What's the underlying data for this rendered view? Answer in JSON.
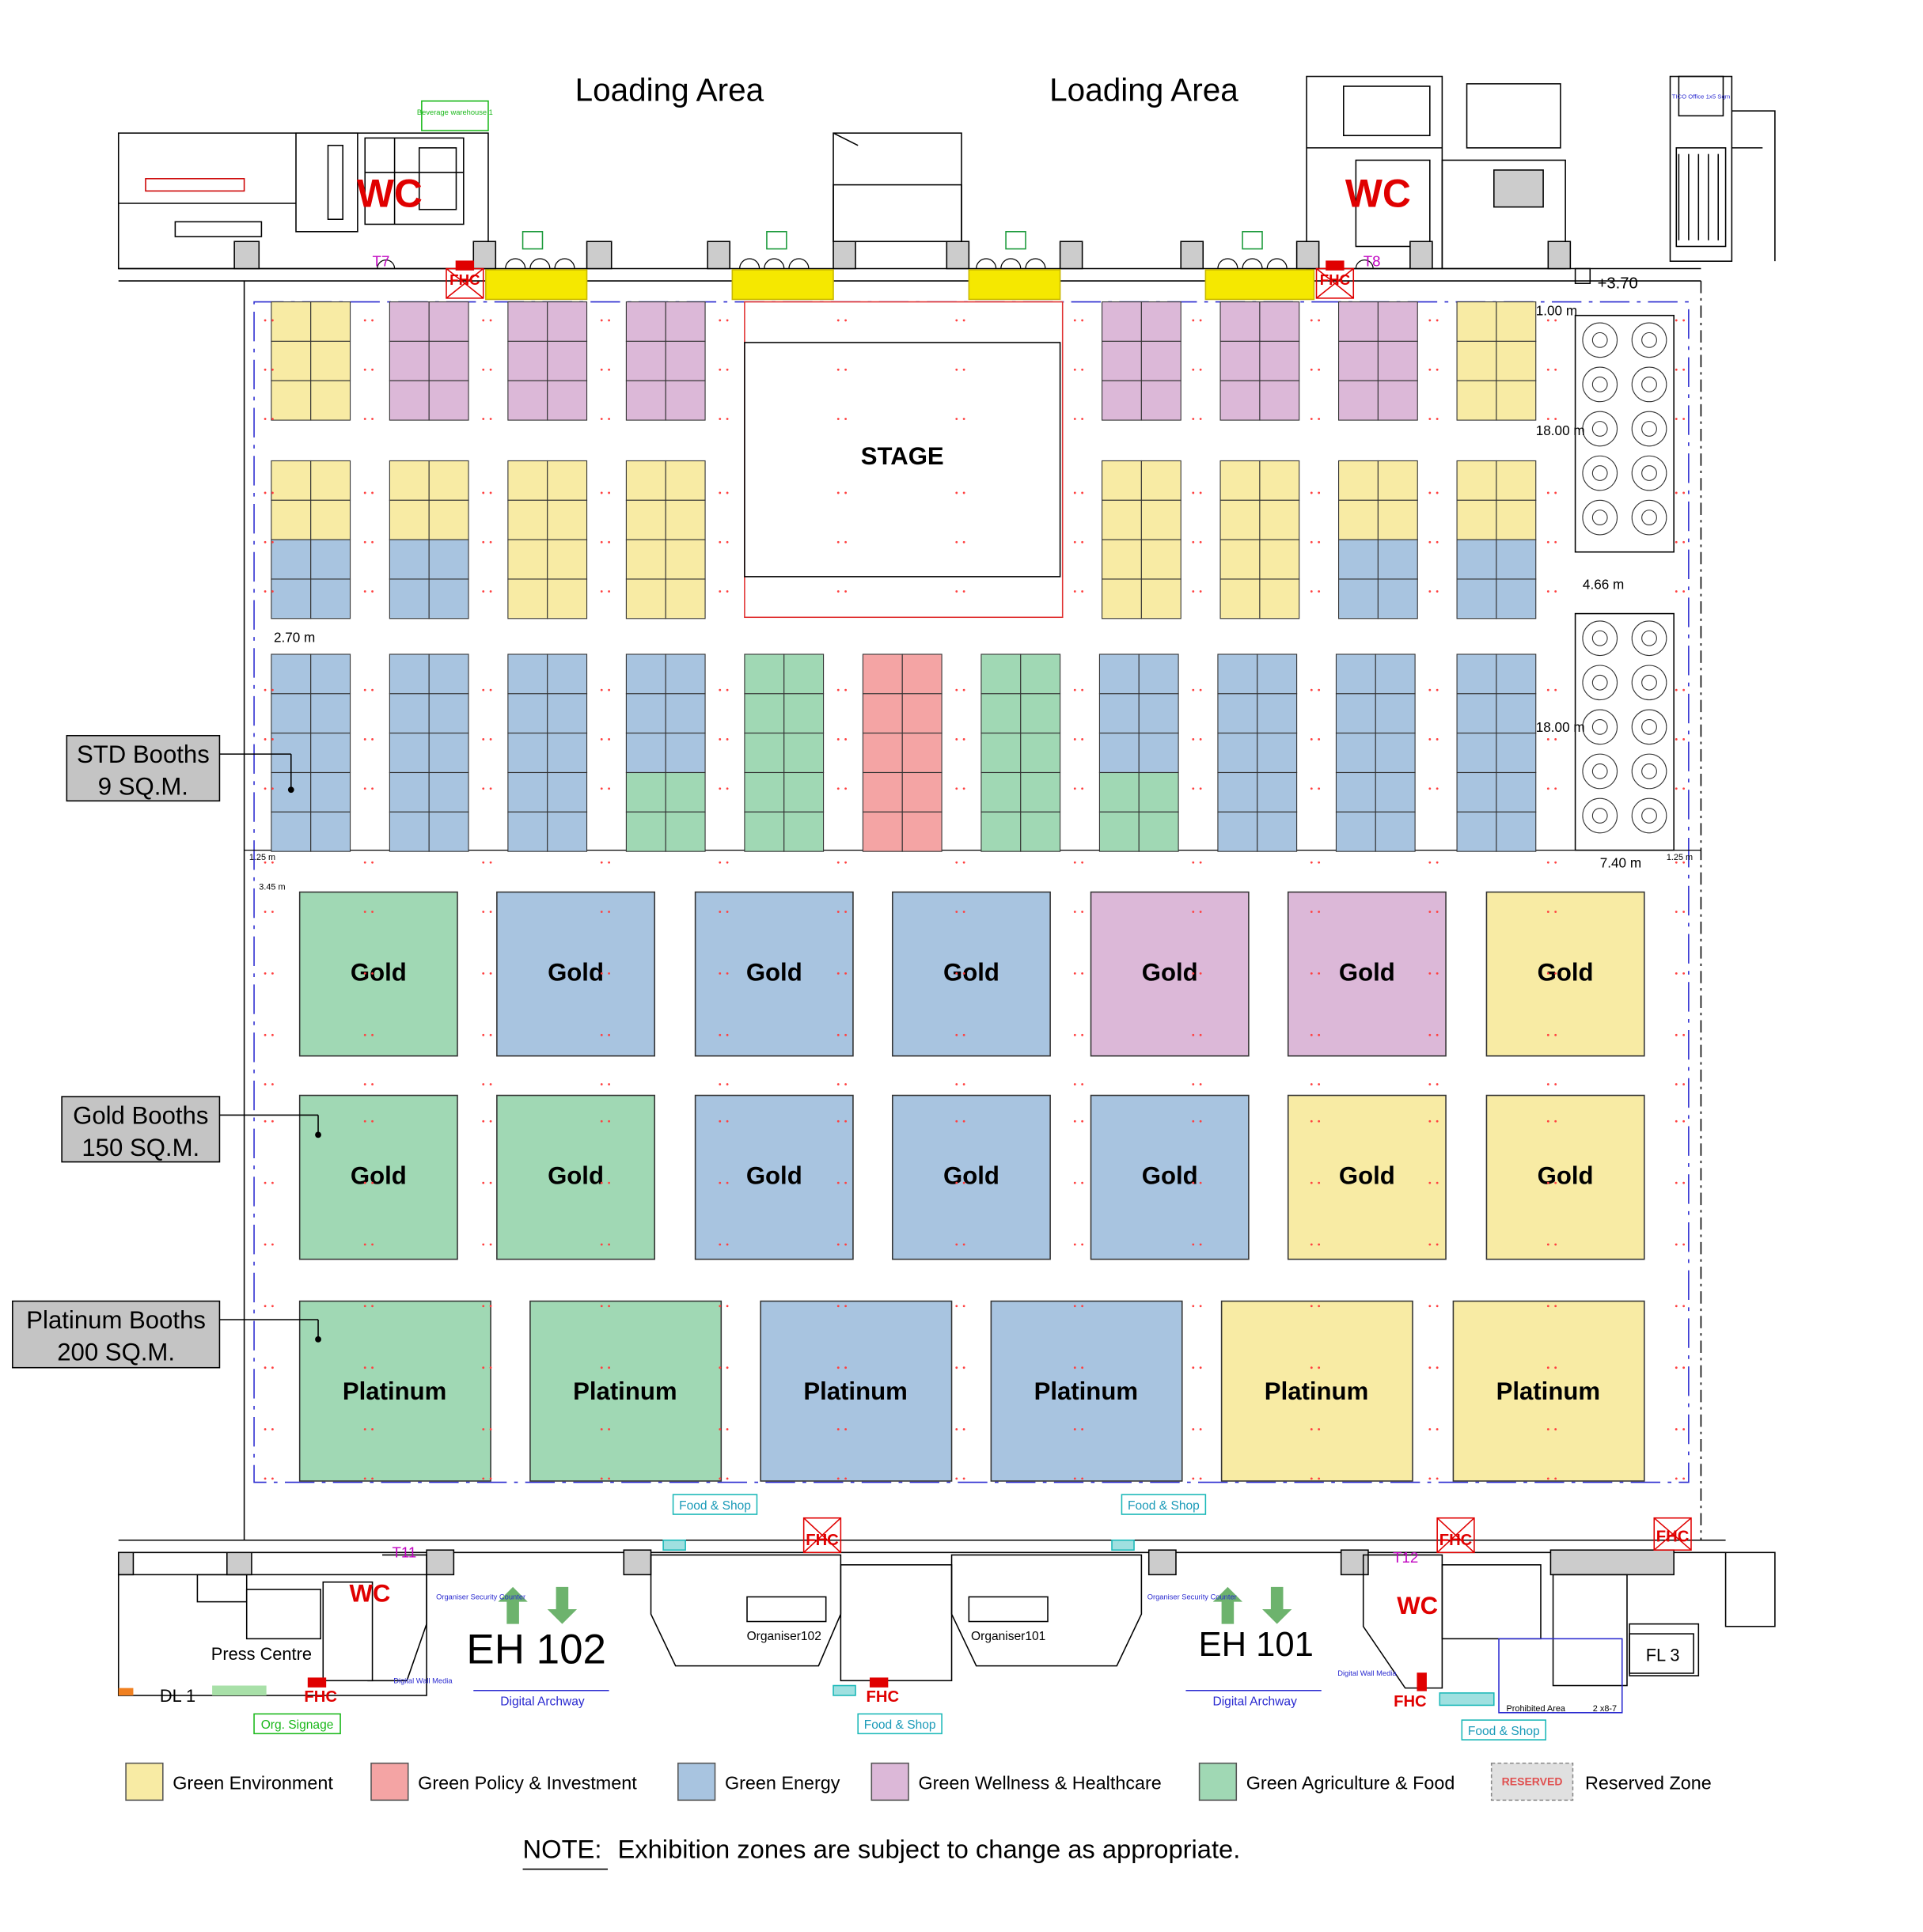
{
  "loading_areas": [
    "Loading Area",
    "Loading Area"
  ],
  "stage_label": "STAGE",
  "wc_label": "WC",
  "fhc_label": "FHC",
  "elevation": "+3.70",
  "gates": {
    "t7": "T7",
    "t8": "T8",
    "t11": "T11",
    "t12": "T12"
  },
  "beverage": "Beverage warehouse 1",
  "ticket_office": "TICO Office 1x5 Sqm",
  "dimensions": {
    "d1": "1.00 m",
    "d2": "18.00 m",
    "d3": "4.66 m",
    "d4": "18.00 m",
    "d5": "7.40 m",
    "d6": "2.70 m",
    "d7": "1.25 m",
    "d8": "3.45 m",
    "d9": "1.25 m"
  },
  "callouts": {
    "std": [
      "STD Booths",
      "9 SQ.M."
    ],
    "gold": [
      "Gold Booths",
      "150 SQ.M."
    ],
    "platinum": [
      "Platinum Booths",
      "200 SQ.M."
    ]
  },
  "booth_colors": {
    "env": "#f8eba4",
    "policy": "#f4a4a4",
    "energy": "#a8c4e0",
    "wellness": "#dcb8d8",
    "agri": "#a0d8b4"
  },
  "gold_label": "Gold",
  "platinum_label": "Platinum",
  "gold_row1": [
    "agri",
    "energy",
    "energy",
    "energy",
    "wellness",
    "wellness",
    "env"
  ],
  "gold_row2": [
    "agri",
    "agri",
    "energy",
    "energy",
    "energy",
    "env",
    "env"
  ],
  "platinum_row": [
    "agri",
    "agri",
    "energy",
    "energy",
    "env",
    "env"
  ],
  "std_top_row": [
    "env",
    "wellness",
    "wellness",
    "wellness",
    "wellness",
    "wellness",
    "wellness",
    "env"
  ],
  "std_mid_row": [
    [
      "env",
      "env",
      "energy",
      "energy"
    ],
    [
      "env",
      "env",
      "energy",
      "energy"
    ],
    [
      "env",
      "env",
      "env",
      "env"
    ],
    [
      "env",
      "env",
      "env",
      "env"
    ],
    [
      "env",
      "env",
      "env",
      "env"
    ],
    [
      "env",
      "env",
      "env",
      "env"
    ],
    [
      "env",
      "env",
      "energy",
      "energy"
    ],
    [
      "env",
      "env",
      "energy",
      "energy"
    ]
  ],
  "std_low_row": [
    [
      "energy",
      "energy",
      "energy",
      "energy",
      "energy"
    ],
    [
      "energy",
      "energy",
      "energy",
      "energy",
      "energy"
    ],
    [
      "energy",
      "energy",
      "energy",
      "energy",
      "energy"
    ],
    [
      "energy",
      "energy",
      "energy",
      "agri",
      "agri"
    ],
    [
      "agri",
      "agri",
      "agri",
      "agri",
      "agri"
    ],
    [
      "policy",
      "policy",
      "policy",
      "policy",
      "policy"
    ],
    [
      "agri",
      "agri",
      "agri",
      "agri",
      "agri"
    ],
    [
      "energy",
      "energy",
      "energy",
      "agri",
      "agri"
    ],
    [
      "energy",
      "energy",
      "energy",
      "energy",
      "energy"
    ],
    [
      "energy",
      "energy",
      "energy",
      "energy",
      "energy"
    ],
    [
      "energy",
      "energy",
      "energy",
      "energy",
      "energy"
    ]
  ],
  "bottom": {
    "food_shop": "Food & Shop",
    "eh102": "EH 102",
    "eh101": "EH 101",
    "digital_archway": "Digital Archway",
    "digital_wall_media": "Digital Wall Media",
    "organiser102": "Organiser102",
    "organiser101": "Organiser101",
    "security": "Organiser Security Counter",
    "press_centre": "Press Centre",
    "dl1": "DL 1",
    "org_signage": "Org. Signage",
    "fl3": "FL 3",
    "prohibited": "Prohibited Area",
    "two_x": "2 x8-7"
  },
  "legend": [
    {
      "key": "env",
      "label": "Green Environment"
    },
    {
      "key": "policy",
      "label": "Green Policy & Investment"
    },
    {
      "key": "energy",
      "label": "Green Energy"
    },
    {
      "key": "wellness",
      "label": "Green Wellness & Healthcare"
    },
    {
      "key": "agri",
      "label": "Green Agriculture & Food"
    }
  ],
  "reserved": {
    "stamp": "RESERVED",
    "label": "Reserved Zone"
  },
  "note": {
    "prefix": "NOTE:",
    "text": "Exhibition zones are subject to change as appropriate."
  }
}
